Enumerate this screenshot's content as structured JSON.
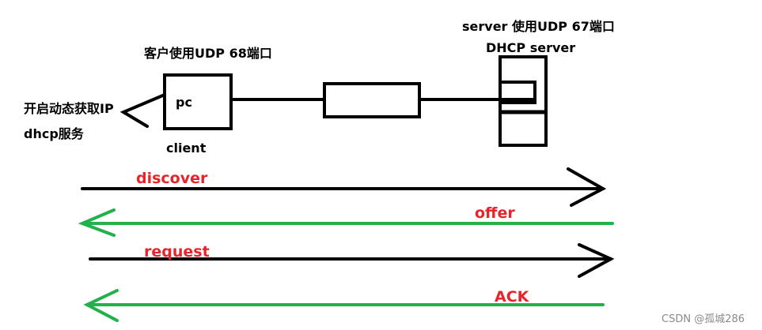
{
  "labels": {
    "client_port": "客户使用UDP 68端口",
    "server_port": "server 使用UDP 67端口",
    "server_name": "DHCP server",
    "pc": "pc",
    "client": "client",
    "enable_line1": "开启动态获取IP",
    "enable_line2": "dhcp服务"
  },
  "messages": [
    {
      "label": "discover",
      "direction": "client-to-server",
      "line_color": "#000000",
      "label_color": "#e8242b"
    },
    {
      "label": "offer",
      "direction": "server-to-client",
      "line_color": "#22b14c",
      "label_color": "#e8242b"
    },
    {
      "label": "request",
      "direction": "client-to-server",
      "line_color": "#000000",
      "label_color": "#e8242b"
    },
    {
      "label": "ACK",
      "direction": "server-to-client",
      "line_color": "#22b14c",
      "label_color": "#e8242b"
    }
  ],
  "watermark": "CSDN @孤城286"
}
